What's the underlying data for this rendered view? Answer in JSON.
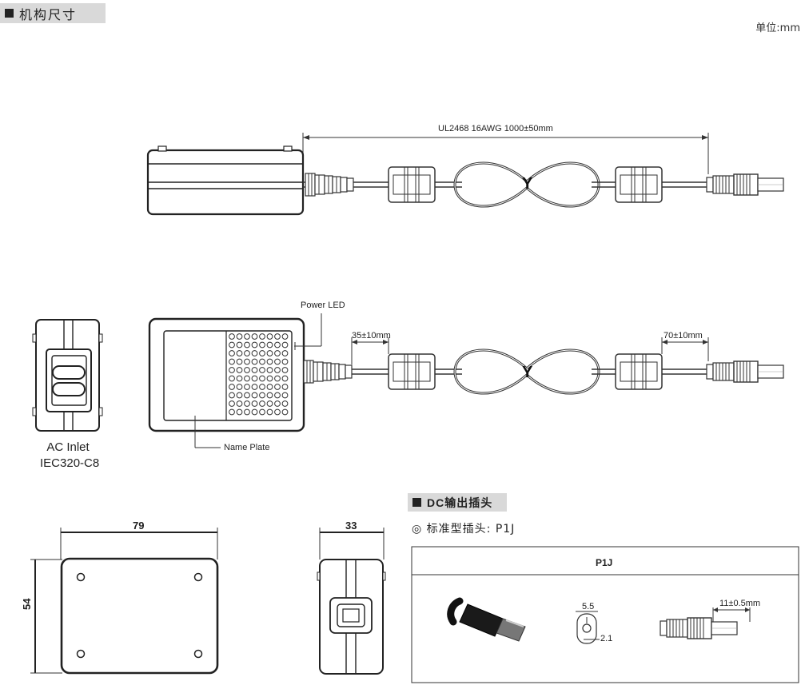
{
  "header": {
    "title": "机构尺寸",
    "unit": "单位:mm"
  },
  "top_view": {
    "cable_label": "UL2468 16AWG 1000±50mm"
  },
  "front_view": {
    "power_led": "Power LED",
    "dist_left": "35±10mm",
    "dist_right": "70±10mm",
    "name_plate": "Name Plate",
    "y_mark": "Y"
  },
  "ac_inlet": {
    "line1": "AC Inlet",
    "line2": "IEC320-C8"
  },
  "dims": {
    "width": "79",
    "height": "54",
    "depth": "33"
  },
  "dc_section": {
    "title": "DC输出插头",
    "standard": "◎ 标准型插头: P1J",
    "table_header": "P1J",
    "dim_outer": "5.5",
    "dim_inner": "2.1",
    "dim_length": "11±0.5mm"
  }
}
